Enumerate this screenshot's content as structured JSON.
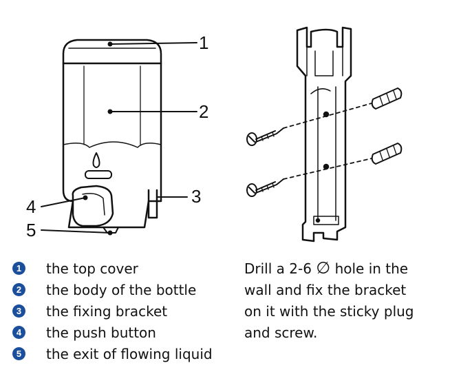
{
  "callouts": [
    "1",
    "2",
    "3",
    "4",
    "5"
  ],
  "legend": [
    {
      "num": "1",
      "text": "the top cover"
    },
    {
      "num": "2",
      "text": "the body of the bottle"
    },
    {
      "num": "3",
      "text": "the fixing bracket"
    },
    {
      "num": "4",
      "text": "the push button"
    },
    {
      "num": "5",
      "text": "the exit of flowing liquid"
    }
  ],
  "instruction": {
    "line1_prefix": "Drill a 2-6",
    "line1_symbol": "∅",
    "line1_suffix": "hole in the",
    "line2": "wall and fix the bracket",
    "line3": "on it with the sticky plug",
    "line4": "and screw."
  },
  "colors": {
    "badge": "#1b4f9c",
    "line": "#111111"
  }
}
